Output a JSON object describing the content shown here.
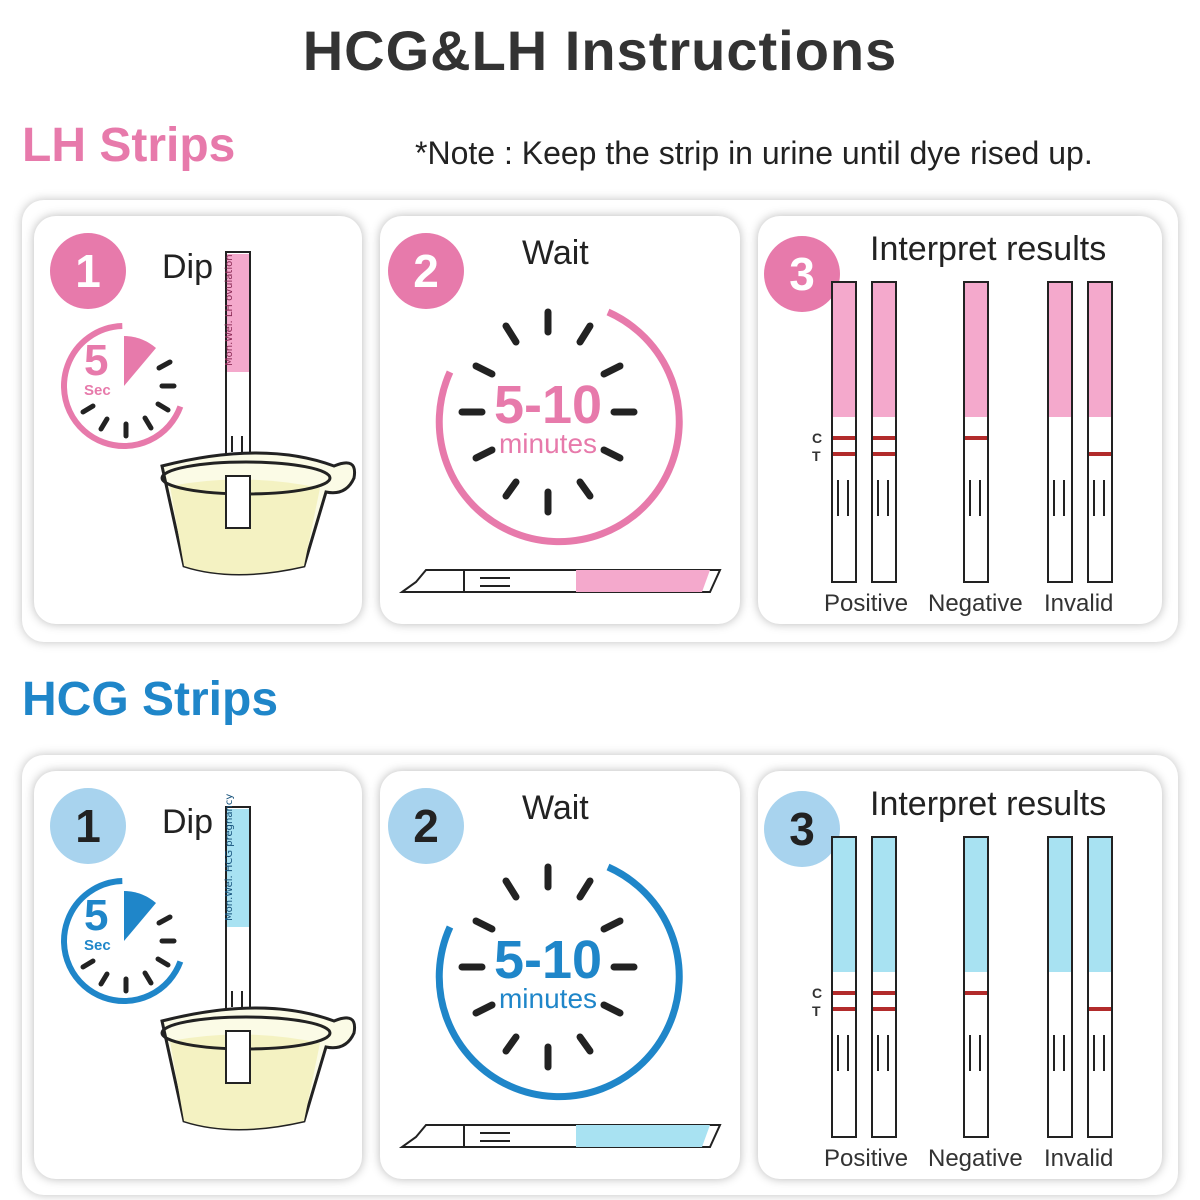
{
  "title": "HCG&LH Instructions",
  "lh": {
    "heading": "LH Strips",
    "note": "*Note : Keep the strip in urine until dye rised up.",
    "step1": {
      "number": "1",
      "label": "Dip",
      "timer_value": "5",
      "timer_unit": "Sec"
    },
    "step2": {
      "number": "2",
      "label": "Wait",
      "time": "5-10",
      "unit": "minutes"
    },
    "step3": {
      "number": "3",
      "label": "Interpret results",
      "control_mark": "C",
      "test_mark": "T",
      "results": [
        "Positive",
        "Negative",
        "Invalid"
      ]
    }
  },
  "hcg": {
    "heading": "HCG Strips",
    "step1": {
      "number": "1",
      "label": "Dip",
      "timer_value": "5",
      "timer_unit": "Sec"
    },
    "step2": {
      "number": "2",
      "label": "Wait",
      "time": "5-10",
      "unit": "minutes"
    },
    "step3": {
      "number": "3",
      "label": "Interpret results",
      "control_mark": "C",
      "test_mark": "T",
      "results": [
        "Positive",
        "Negative",
        "Invalid"
      ]
    }
  },
  "colors": {
    "lh_accent": "#e77aab",
    "hcg_accent": "#1f86c9",
    "hcg_strip": "#a8e2f2",
    "result_line": "#b22b2b"
  }
}
